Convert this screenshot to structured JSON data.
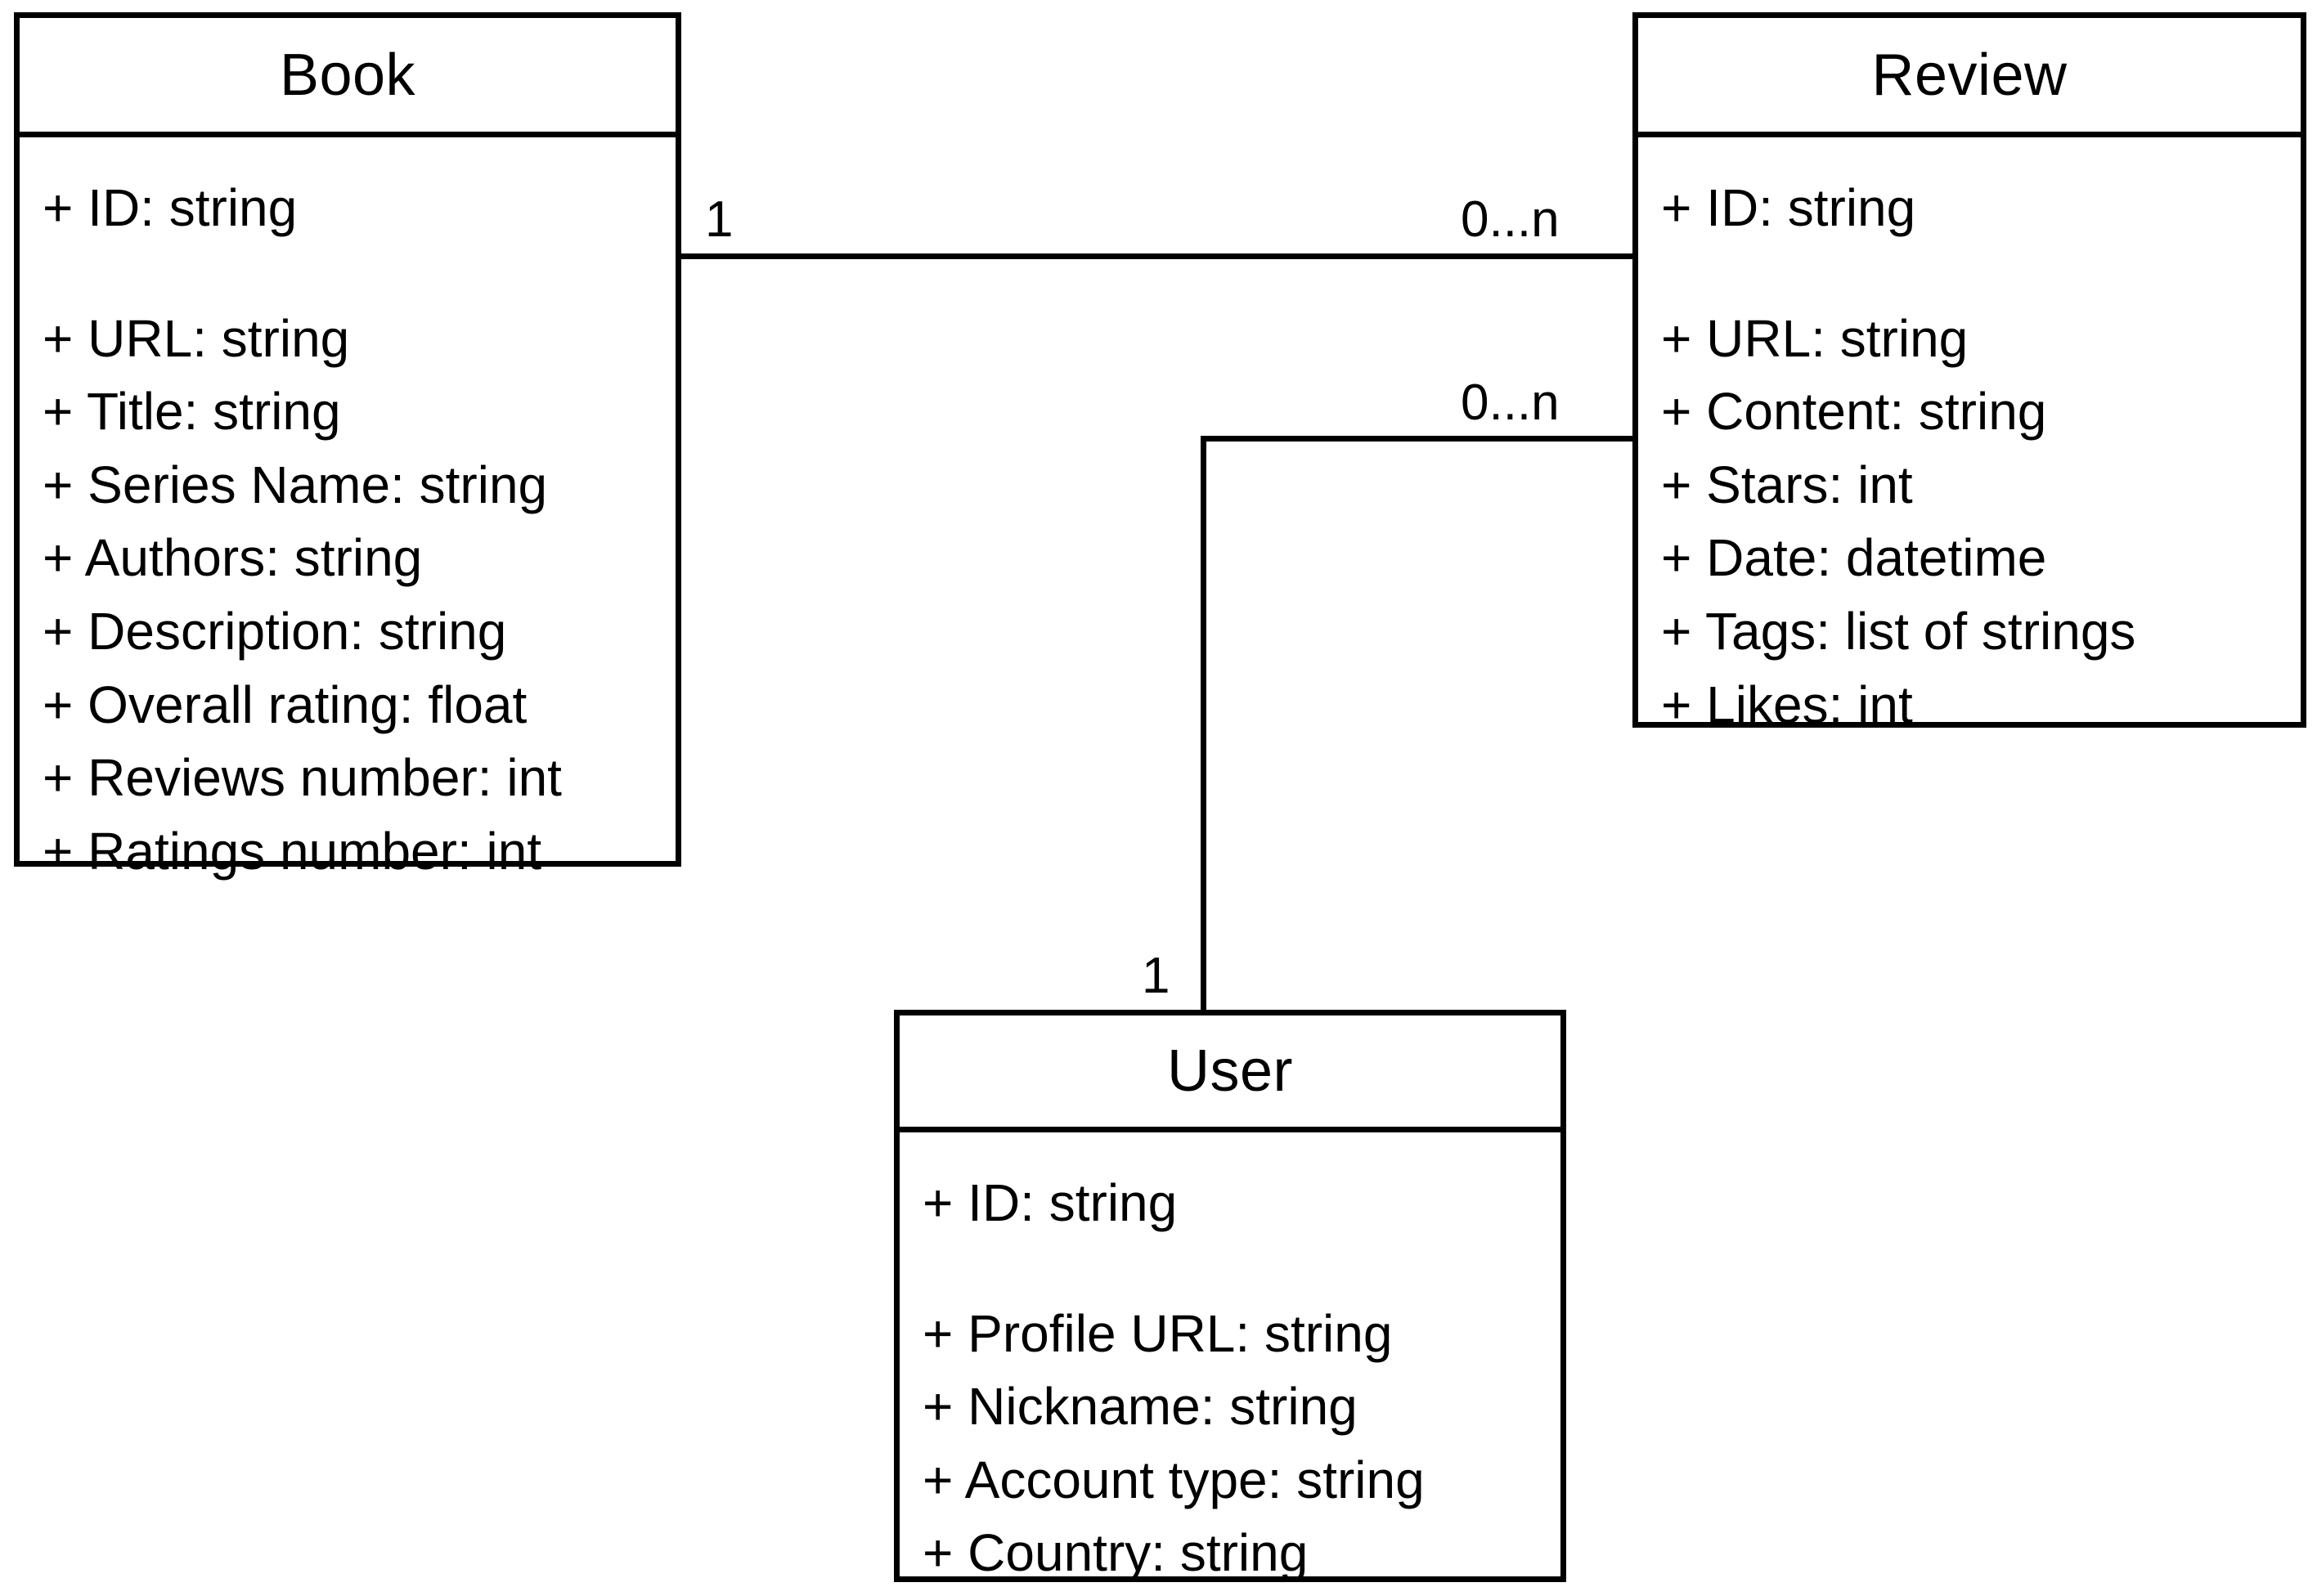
{
  "diagram": {
    "type": "uml-class-diagram",
    "classes": [
      {
        "id": "book",
        "name": "Book",
        "attributes": [
          "+ ID: string",
          "+ URL: string",
          "+ Title: string",
          "+ Series Name: string",
          "+ Authors: string",
          "+ Description: string",
          "+ Overall rating: float",
          "+ Reviews number: int",
          "+ Ratings number: int"
        ]
      },
      {
        "id": "review",
        "name": "Review",
        "attributes": [
          "+ ID: string",
          "+ URL: string",
          "+ Content: string",
          "+ Stars: int",
          "+ Date: datetime",
          "+ Tags: list of strings",
          "+ Likes: int"
        ]
      },
      {
        "id": "user",
        "name": "User",
        "attributes": [
          "+ ID: string",
          "+ Profile URL: string",
          "+ Nickname: string",
          "+ Account type: string",
          "+ Country: string"
        ]
      }
    ],
    "associations": [
      {
        "id": "book-review",
        "from": "Book",
        "to": "Review",
        "from_multiplicity": "1",
        "to_multiplicity": "0...n"
      },
      {
        "id": "user-review",
        "from": "User",
        "to": "Review",
        "from_multiplicity": "1",
        "to_multiplicity": "0...n"
      }
    ]
  },
  "colors": {
    "stroke": "#000000",
    "background": "#ffffff",
    "text": "#000000"
  }
}
